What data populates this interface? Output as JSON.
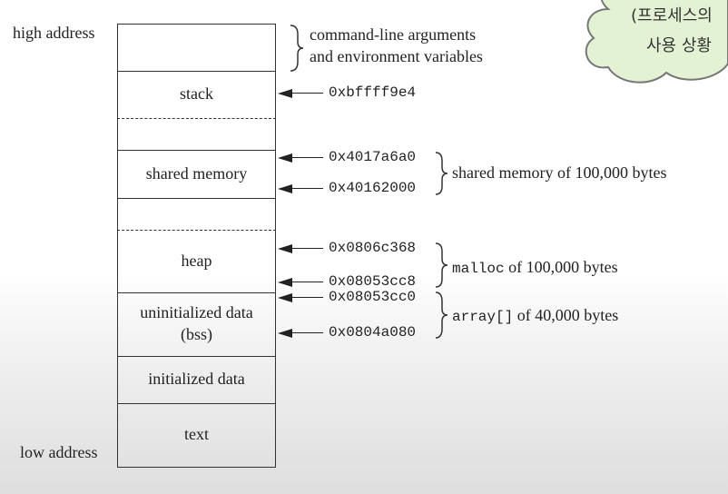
{
  "memory_layout": {
    "high_address": "high address",
    "low_address": "low address",
    "segments": {
      "stack": "stack",
      "shared_memory": "shared memory",
      "heap": "heap",
      "bss_line1": "uninitialized data",
      "bss_line2": "(bss)",
      "initialized_data": "initialized data",
      "text": "text"
    },
    "addresses": {
      "stack": "0xbffff9e4",
      "shm_top": "0x4017a6a0",
      "shm_bottom": "0x40162000",
      "heap_top": "0x0806c368",
      "heap_bottom": "0x08053cc8",
      "bss_top": "0x08053cc0",
      "bss_bottom": "0x0804a080"
    },
    "annotations": {
      "args_line1": "command-line arguments",
      "args_line2": "and environment variables",
      "shared_memory": "shared memory of 100,000 bytes",
      "malloc_code": "malloc",
      "malloc_text": " of 100,000 bytes",
      "array_code": "array[]",
      "array_text": " of 40,000 bytes"
    }
  },
  "cloud_note": {
    "line1": "(프로세스의",
    "line2": "사용 상황"
  },
  "colors": {
    "cloud_fill": "#e4f2d4",
    "cloud_stroke": "#777777"
  }
}
